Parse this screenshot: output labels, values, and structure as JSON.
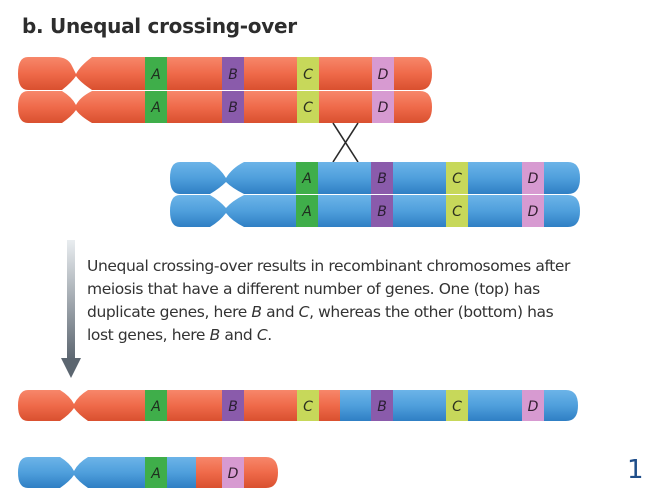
{
  "panel": {
    "letter": "b.",
    "title": "Unequal crossing-over"
  },
  "caption": {
    "line1": "Unequal crossing-over results in recombinant chromosomes after",
    "line2": "meiosis that have a different number of genes. One (top) has",
    "line3_a": "duplicate genes, here ",
    "line3_b": "B",
    "line3_c": " and ",
    "line3_d": "C",
    "line3_e": ", whereas the other (bottom) has",
    "line4_a": "lost genes, here ",
    "line4_b": "B",
    "line4_c": " and ",
    "line4_d": "C",
    "line4_e": "."
  },
  "page_number": "1",
  "colors": {
    "red_chromosome": "#ef6a4a",
    "red_dark": "#d9502f",
    "blue_chromosome": "#4f9fdc",
    "blue_dark": "#2f7fc4",
    "band_A": "#3fae4a",
    "band_B": "#8a5bab",
    "band_C": "#c7d85a",
    "band_D": "#d79ad1",
    "arrow": "#5c6670"
  },
  "chromosomes": {
    "red_top": {
      "labels": [
        "A",
        "B",
        "C",
        "D"
      ]
    },
    "blue_mid": {
      "labels": [
        "A",
        "B",
        "C",
        "D"
      ]
    },
    "recombinant_top": {
      "labels": [
        "A",
        "B",
        "C",
        "B",
        "C",
        "D"
      ]
    },
    "recombinant_bottom": {
      "labels": [
        "A",
        "D"
      ]
    }
  }
}
